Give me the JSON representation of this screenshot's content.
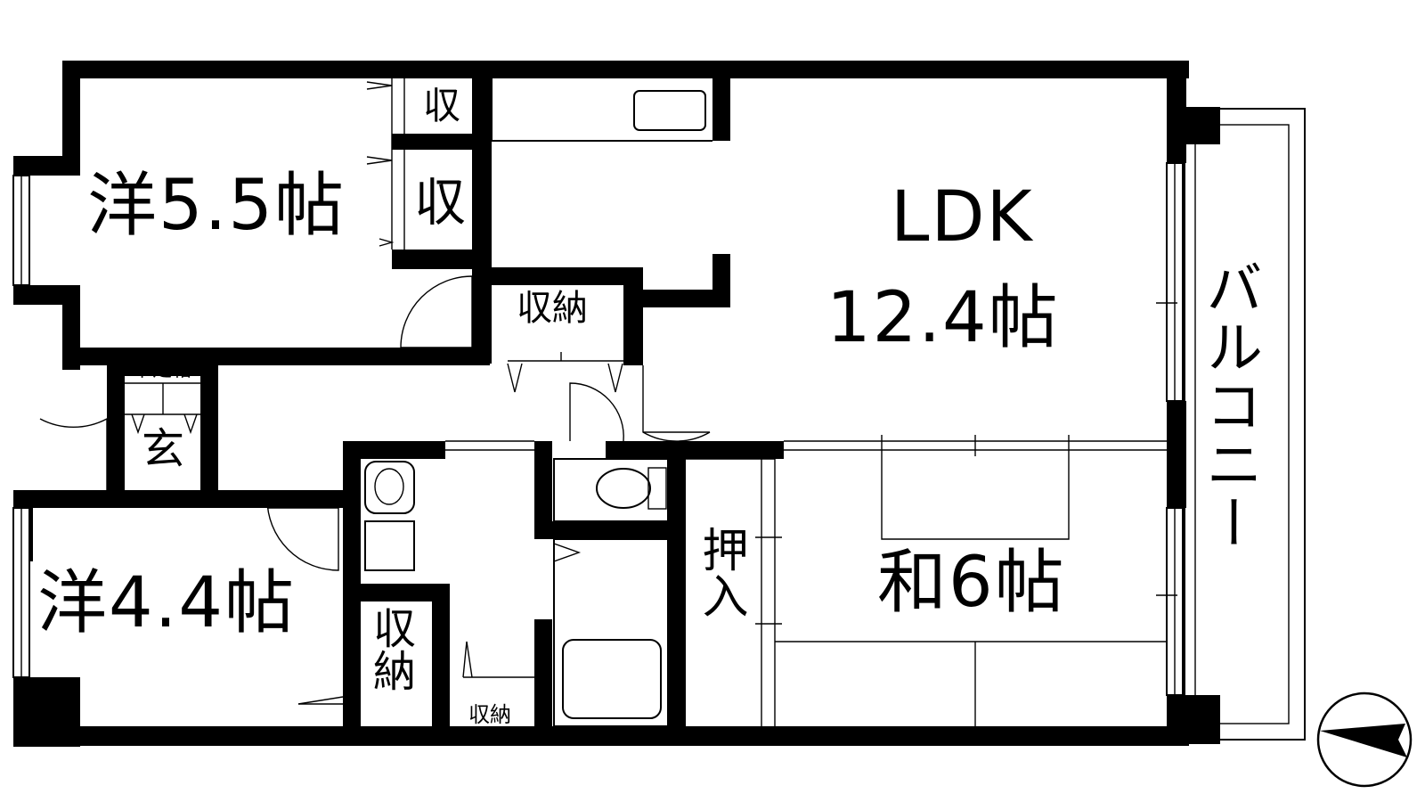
{
  "rooms": {
    "western_room_1": "洋5.5帖",
    "western_room_2": "洋4.4帖",
    "ldk_name": "LDK",
    "ldk_size": "12.4帖",
    "japanese_room": "和6帖",
    "balcony": "バルコニー",
    "entrance": "玄",
    "shoe_cabinet": "下足箱",
    "closet_top": "収",
    "closet_mid": "収",
    "storage_center": "収納",
    "storage_bottom_tall": "収納",
    "storage_bottom_small": "収納",
    "oshiire": "押入"
  },
  "icons": {
    "compass": "north-arrow-icon",
    "toilet": "toilet-icon",
    "bathtub": "bathtub-icon",
    "sink": "washbasin-icon",
    "kitchen": "kitchen-counter-icon"
  }
}
